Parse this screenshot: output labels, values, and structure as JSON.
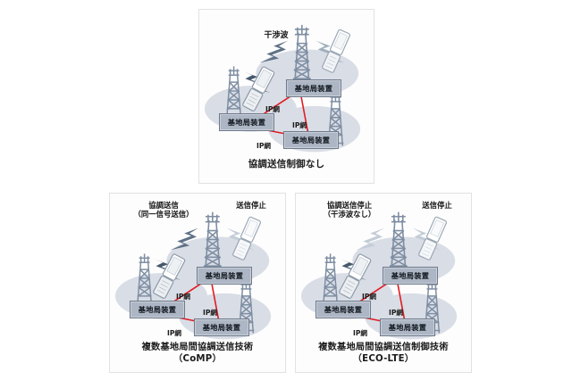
{
  "figure": {
    "background": "#ffffff",
    "colors": {
      "cell_ellipse": "#d9dde6",
      "base_station_fill": "#adb6c4",
      "base_station_stroke": "#6e7b8c",
      "tower": "#7e8ea2",
      "link_line": "#e11b22",
      "wave_dark": "#5e7186",
      "wave_light": "#c3ccd7",
      "phone_outline": "#9aa6b4",
      "panel_border": "#e2e2e2",
      "text": "#141414"
    },
    "common": {
      "base_station_label": "基地局装置",
      "ip_network_label": "IP網"
    },
    "panels": [
      {
        "id": "panel-top",
        "interference_label": "干渉波",
        "caption_main": "協調送信制御なし",
        "caption_sub": "",
        "base_stations": [
          "基地局装置",
          "基地局装置",
          "基地局装置"
        ],
        "ip_labels": [
          "IP網",
          "IP網",
          "IP網"
        ]
      },
      {
        "id": "panel-comp",
        "header_left_line1": "協調送信",
        "header_left_line2": "（同一信号送信）",
        "header_right": "送信停止",
        "caption_main": "複数基地局間協調送信技術",
        "caption_sub": "（CoMP）",
        "base_stations": [
          "基地局装置",
          "基地局装置",
          "基地局装置"
        ],
        "ip_labels": [
          "IP網",
          "IP網",
          "IP網"
        ]
      },
      {
        "id": "panel-eco",
        "header_left_line1": "協調送信停止",
        "header_left_line2": "（干渉波なし）",
        "header_right": "送信停止",
        "caption_main": "複数基地局間協調送信制御技術",
        "caption_sub": "（ECO-LTE）",
        "base_stations": [
          "基地局装置",
          "基地局装置",
          "基地局装置"
        ],
        "ip_labels": [
          "IP網",
          "IP網",
          "IP網"
        ]
      }
    ]
  }
}
